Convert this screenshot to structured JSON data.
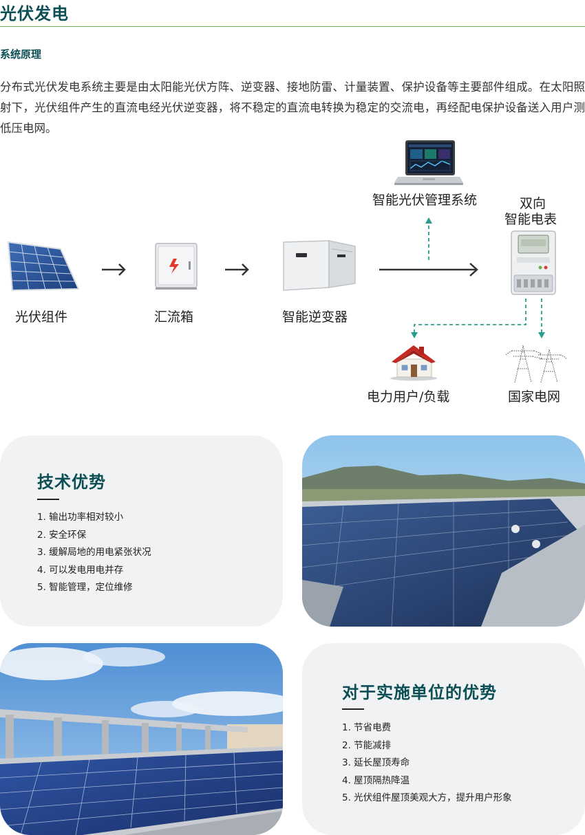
{
  "header": {
    "title": "光伏发电"
  },
  "section": {
    "heading": "系统原理"
  },
  "intro": {
    "text": "分布式光伏发电系统主要是由太阳能光伏方阵、逆变器、接地防雷、计量装置、保护设备等主要部件组成。在太阳照射下，光伏组件产生的直流电经光伏逆变器，将不稳定的直流电转换为稳定的交流电，再经配电保护设备送入用户测低压电网。"
  },
  "diagram": {
    "pv_module_label": "光伏组件",
    "combiner_box_label": "汇流箱",
    "inverter_label": "智能逆变器",
    "management_label": "智能光伏管理系统",
    "meter_label_line1": "双向",
    "meter_label_line2": "智能电表",
    "user_load_label": "电力用户/负载",
    "grid_label": "国家电网",
    "colors": {
      "arrow": "#333333",
      "dashed_arrow": "#2a9d8f"
    }
  },
  "card_advantages": {
    "title": "技术优势",
    "items": [
      "1. 输出功率相对较小",
      "2. 安全环保",
      "3. 缓解局地的用电紧张状况",
      "4. 可以发电用电并存",
      "5. 智能管理，定位维修"
    ]
  },
  "card_unit_benefits": {
    "title": "对于实施单位的优势",
    "items": [
      "1. 节省电费",
      "2. 节能减排",
      "3. 延长屋顶寿命",
      "4. 屋顶隔热降温",
      "5. 光伏组件屋顶美观大方，提升用户形象"
    ]
  },
  "theme": {
    "accent": "#0b4f55",
    "rule_green": "#6ab04c",
    "card_bg": "#f1f2f3"
  }
}
